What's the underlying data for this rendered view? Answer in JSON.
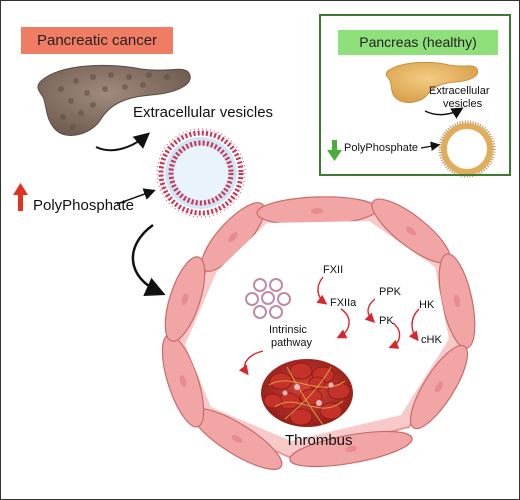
{
  "cancer": {
    "title": "Pancreatic cancer",
    "vesicles_label": "Extracellular vesicles",
    "polyp_label": "PolyPhosphate"
  },
  "healthy": {
    "title": "Pancreas (healthy)",
    "vesicles_label_line1": "Extracellular",
    "vesicles_label_line2": "vesicles",
    "polyp_label": "PolyPhosphate"
  },
  "pathway": {
    "fxii": "FXII",
    "fxiia": "FXIIa",
    "ppk": "PPK",
    "pk": "PK",
    "hk": "HK",
    "chk": "cHK",
    "intrinsic_line1": "Intrinsic",
    "intrinsic_line2": "pathway",
    "thrombus": "Thrombus"
  },
  "colors": {
    "cancer_badge": "#f07c63",
    "healthy_badge": "#8fe07a",
    "healthy_border": "#3d7a32",
    "up_arrow": "#e0321e",
    "down_arrow": "#4cae3a",
    "vessel_wall": "#f2a5a5",
    "pathway_arrow": "#d8262a",
    "thrombus": "#b5251f"
  }
}
